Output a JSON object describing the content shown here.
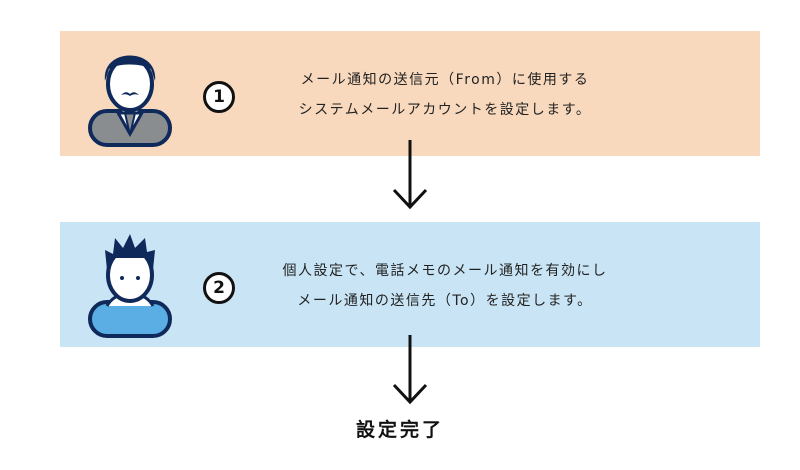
{
  "steps": [
    {
      "number": "1",
      "lines": [
        "メール通知の送信元（From）に使用する",
        "システムメールアカウントを設定します。"
      ],
      "background": "#f8d9bd",
      "avatar": "admin-with-mustache"
    },
    {
      "number": "2",
      "lines": [
        "個人設定で、電話メモのメール通知を有効にし",
        "メール通知の送信先（To）を設定します。"
      ],
      "background": "#c9e5f5",
      "avatar": "user-spiky-hair"
    }
  ],
  "result": "設定完了",
  "colors": {
    "navy": "#0f2a5a",
    "gray": "#8a8d8f",
    "blue": "#5aaee4"
  }
}
